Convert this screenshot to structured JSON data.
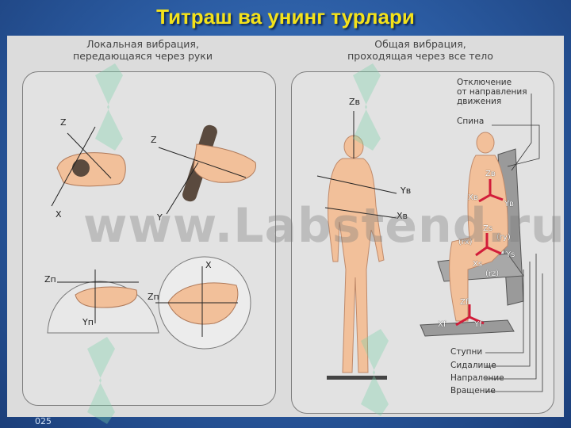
{
  "title": "Титраш ва унинг турлари",
  "left_panel": {
    "heading_line1": "Локальная вибрация,",
    "heading_line2": "передающаяся через руки",
    "axes": {
      "a1_z": "Z",
      "a1_x": "X",
      "a2_z": "Z",
      "a2_y": "Y",
      "a3_z": "Zп",
      "a3_y": "Yп",
      "a4_z": "Zп",
      "a4_x": "X"
    }
  },
  "right_panel": {
    "heading_line1": "Общая вибрация,",
    "heading_line2": "проходящая через все тело",
    "standing_axes": {
      "z": "Zв",
      "y": "Yв",
      "x": "Xв"
    },
    "seated_axes": {
      "z_b": "Zв",
      "x_b": "Xв",
      "y_b": "Yв",
      "z_s": "Zs",
      "y_s": "Ys",
      "x_s": "Xs",
      "r_x": "(rx)",
      "r_y": "(ry)",
      "r_z": "(rz)",
      "z_f": "Zf",
      "x_f": "Xf",
      "y_f": "Yf"
    },
    "callouts": {
      "deviation_line1": "Отключение",
      "deviation_line2": "от направления",
      "deviation_line3": "движения",
      "back": "Спина",
      "feet": "Ступни",
      "seat": "Сидалище",
      "direction": "Напраление",
      "rotation": "Вращение"
    }
  },
  "watermark": "www.Labstend.ru",
  "slide_number": "025",
  "colors": {
    "title": "#f4e21a",
    "background": "#2a5aa0",
    "skin": "#f2c09a",
    "axis_accent": "#d21d3a"
  }
}
